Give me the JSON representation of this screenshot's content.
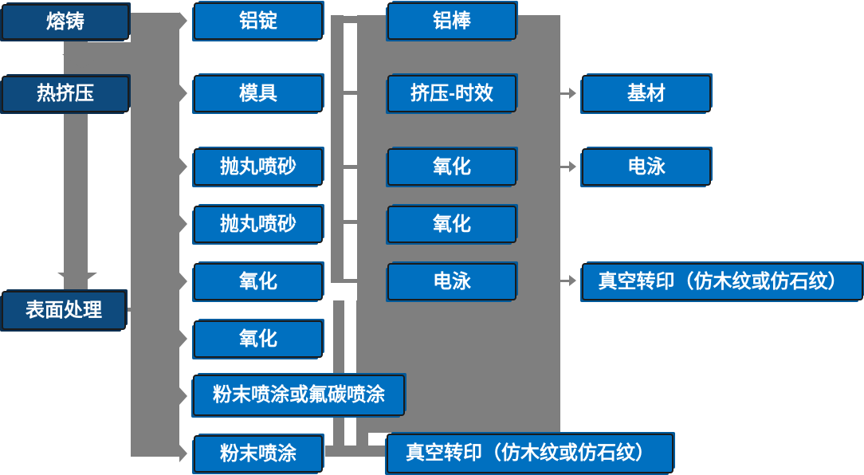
{
  "diagram": {
    "colors": {
      "node_primary": "#0070c0",
      "node_dark": "#0e4a7d",
      "node_accent": "#005a9b",
      "node_border": "#1b1b1b",
      "connector_gray": "#7f7f7f",
      "text": "#ffffff",
      "background": "#ffffff"
    },
    "nodes": {
      "melt_cast": {
        "label": "熔铸"
      },
      "hot_extrusion": {
        "label": "热挤压"
      },
      "surface_treatment": {
        "label": "表面处理"
      },
      "aluminum_ingot": {
        "label": "铝锭"
      },
      "mold": {
        "label": "模具"
      },
      "shot_blast_1": {
        "label": "抛丸喷砂"
      },
      "shot_blast_2": {
        "label": "抛丸喷砂"
      },
      "oxidation_a": {
        "label": "氧化"
      },
      "oxidation_b": {
        "label": "氧化"
      },
      "powder_or_fluorocarbon": {
        "label": "粉末喷涂或氟碳喷涂"
      },
      "powder_coating": {
        "label": "粉末喷涂"
      },
      "aluminum_rod": {
        "label": "铝棒"
      },
      "extrusion_aging": {
        "label": "挤压-时效"
      },
      "oxidation_c": {
        "label": "氧化"
      },
      "oxidation_d": {
        "label": "氧化"
      },
      "electrophoresis_a": {
        "label": "电泳"
      },
      "vacuum_transfer_a": {
        "label": "真空转印（仿木纹或仿石纹）"
      },
      "base_material": {
        "label": "基材"
      },
      "electrophoresis_b": {
        "label": "电泳"
      },
      "vacuum_transfer_b": {
        "label": "真空转印（仿木纹或仿石纹）"
      }
    }
  }
}
